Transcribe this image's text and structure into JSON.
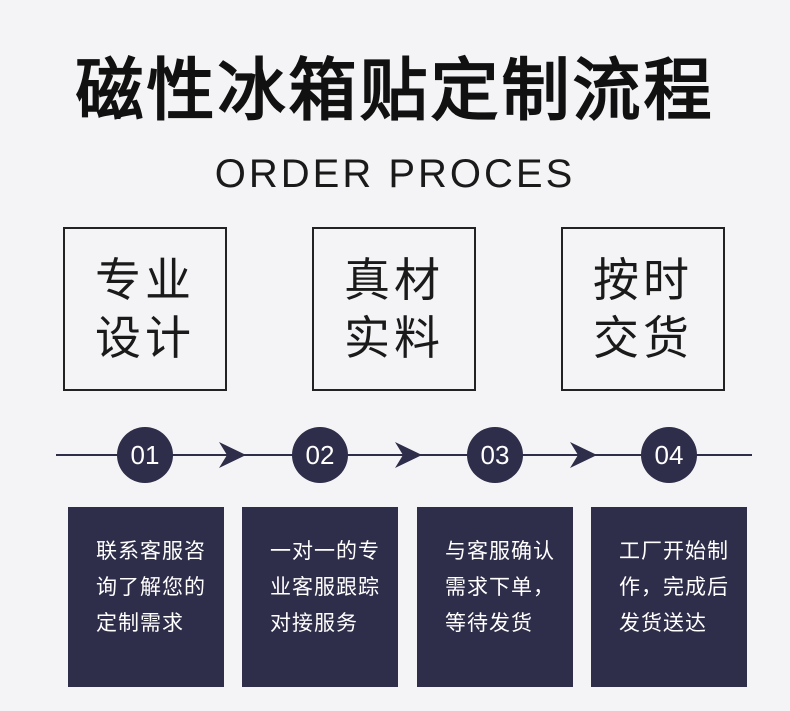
{
  "header": {
    "title": "磁性冰箱贴定制流程",
    "subtitle": "ORDER PROCES"
  },
  "features": [
    {
      "line1": "专业",
      "line2": "设计"
    },
    {
      "line1": "真材",
      "line2": "实料"
    },
    {
      "line1": "按时",
      "line2": "交货"
    }
  ],
  "steps": [
    {
      "number": "01",
      "lines": [
        "联系客服咨",
        "询了解您的",
        "定制需求"
      ]
    },
    {
      "number": "02",
      "lines": [
        "一对一的专",
        "业客服跟踪",
        "对接服务"
      ]
    },
    {
      "number": "03",
      "lines": [
        "与客服确认",
        "需求下单，",
        "等待发货"
      ]
    },
    {
      "number": "04",
      "lines": [
        "工厂开始制",
        "作，完成后",
        "发货送达"
      ]
    }
  ],
  "colors": {
    "background": "#f4f4f6",
    "accent": "#2e2d4a",
    "text": "#111111"
  }
}
